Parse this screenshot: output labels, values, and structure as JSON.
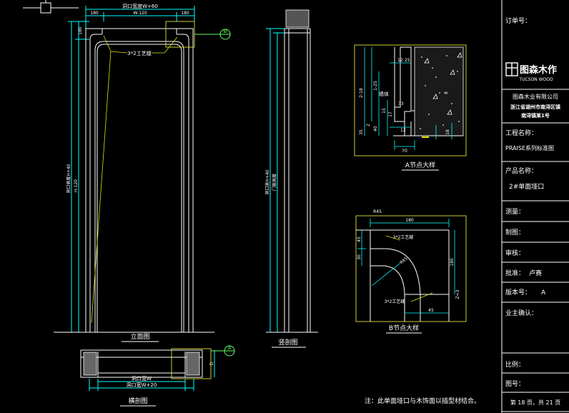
{
  "colors": {
    "background": "#000000",
    "line": "#ffffff",
    "dimension": "#00ffff",
    "frame": "#cccc33",
    "leader": "#e0e000",
    "callout": "#66ff66",
    "hatch": "#bbbbbb"
  },
  "elevation": {
    "top_dim_total": "洞口宽度W+60",
    "top_dim_inner": "W-120",
    "top_dim_left": "180",
    "top_dim_right": "180",
    "left_dim_outer": "洞口高度H+40",
    "left_dim_inner": "H-120",
    "left_dim_top": "180",
    "seam_label": "3*2工艺缝",
    "callout_b": "B",
    "caption": "立面图"
  },
  "section": {
    "dim_label_1": "洞口高H+40",
    "dim_label_2": "门套高度",
    "caption": "竖剖图"
  },
  "plan": {
    "dim_inner": "洞口宽W",
    "dim_outer": "洞口宽W+20",
    "callout_a": "A",
    "caption": "横剖图",
    "dim_side": "D"
  },
  "detail_a": {
    "caption": "A节点大样",
    "dims": [
      "12",
      "25",
      "1-25",
      "2-18",
      "15",
      "2",
      "35",
      "8",
      "33",
      "70",
      "18"
    ],
    "labels": [
      "墙体",
      "12",
      "17",
      "40"
    ]
  },
  "detail_b": {
    "caption": "B节点大样",
    "top_label": "R45",
    "dim_top": "180",
    "dim_left": "45",
    "dim_left2": "30",
    "dim_right": "180",
    "dim_bottom": "45",
    "radius": "R65",
    "seam_top": "3*2工艺缝",
    "seam_bottom": "3*2工艺缝",
    "side_label": "Z=3"
  },
  "note": "注：此单面垭口与木饰面以插型材结合。",
  "title_block": {
    "order_label": "订单号：",
    "brand_cn": "图森木作",
    "brand_en": "TUCSON WOOD",
    "company": "图森木业有限公司",
    "address_1": "浙江省湖州市南浔区镇",
    "address_2": "南浔镇某1号",
    "project_label": "工程名称：",
    "project_value": "PRAISE系列标准图",
    "product_label": "产品名称：",
    "product_value": "2#单面垭口",
    "measure_label": "测量：",
    "draw_label": "制图：",
    "review_label": "审核：",
    "approve_label": "批准：",
    "approve_value": "卢赛",
    "version_label": "版本号：",
    "version_value": "A",
    "owner_label": "业主确认：",
    "scale_label": "比例：",
    "drawing_no_label": "图号：",
    "page_text": "第 18 页，共 21 页"
  }
}
